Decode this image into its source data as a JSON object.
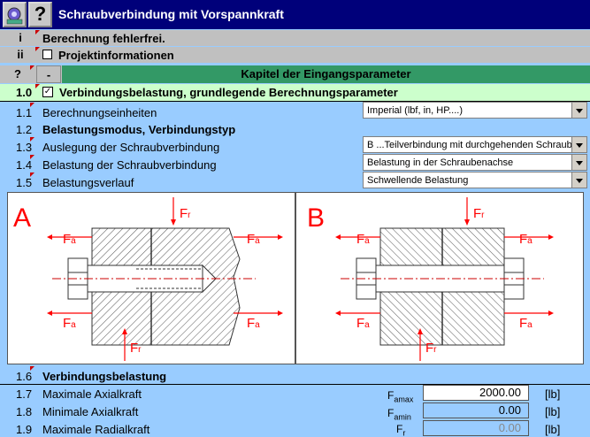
{
  "app": {
    "title": "Schraubverbindung mit Vorspannkraft"
  },
  "rows": {
    "i": {
      "num": "i",
      "label": "Berechnung fehlerfrei."
    },
    "ii": {
      "num": "ii",
      "label": "Projektinformationen"
    },
    "chapter": {
      "q": "?",
      "minus": "-",
      "label": "Kapitel der Eingangsparameter"
    },
    "r10": {
      "num": "1.0",
      "label": "Verbindungsbelastung, grundlegende Berechnungsparameter"
    }
  },
  "params": {
    "r11": {
      "num": "1.1",
      "label": "Berechnungseinheiten",
      "value": "Imperial (lbf, in, HP....)"
    },
    "r12": {
      "num": "1.2",
      "label": "Belastungsmodus, Verbindungstyp"
    },
    "r13": {
      "num": "1.3",
      "label": "Auslegung der Schraubverbindung",
      "value": "B ...Teilverbindung mit durchgehenden Schraube"
    },
    "r14": {
      "num": "1.4",
      "label": "Belastung der Schraubverbindung",
      "value": "Belastung in der Schraubenachse"
    },
    "r15": {
      "num": "1.5",
      "label": "Belastungsverlauf",
      "value": "Schwellende Belastung"
    },
    "r16": {
      "num": "1.6",
      "label": "Verbindungsbelastung"
    },
    "r17": {
      "num": "1.7",
      "label": "Maximale Axialkraft",
      "sym": "F",
      "sub": "amax",
      "value": "2000.00",
      "unit": "[lb]"
    },
    "r18": {
      "num": "1.8",
      "label": "Minimale Axialkraft",
      "sym": "F",
      "sub": "amin",
      "value": "0.00",
      "unit": "[lb]"
    },
    "r19": {
      "num": "1.9",
      "label": "Maximale Radialkraft",
      "sym": "F",
      "sub": "r",
      "value": "0.00",
      "unit": "[lb]"
    }
  },
  "figures": {
    "a": {
      "letter": "A",
      "fa": "F",
      "fa_sub": "a",
      "fr": "F",
      "fr_sub": "r"
    },
    "b": {
      "letter": "B",
      "fa": "F",
      "fa_sub": "a",
      "fr": "F",
      "fr_sub": "r"
    }
  },
  "colors": {
    "title_bg": "#00007a",
    "bg": "#99ccff",
    "chapter_green": "#339966",
    "row10_bg": "#ccffcc",
    "gray": "#c0c0c0",
    "accent_red": "#ff0000"
  }
}
